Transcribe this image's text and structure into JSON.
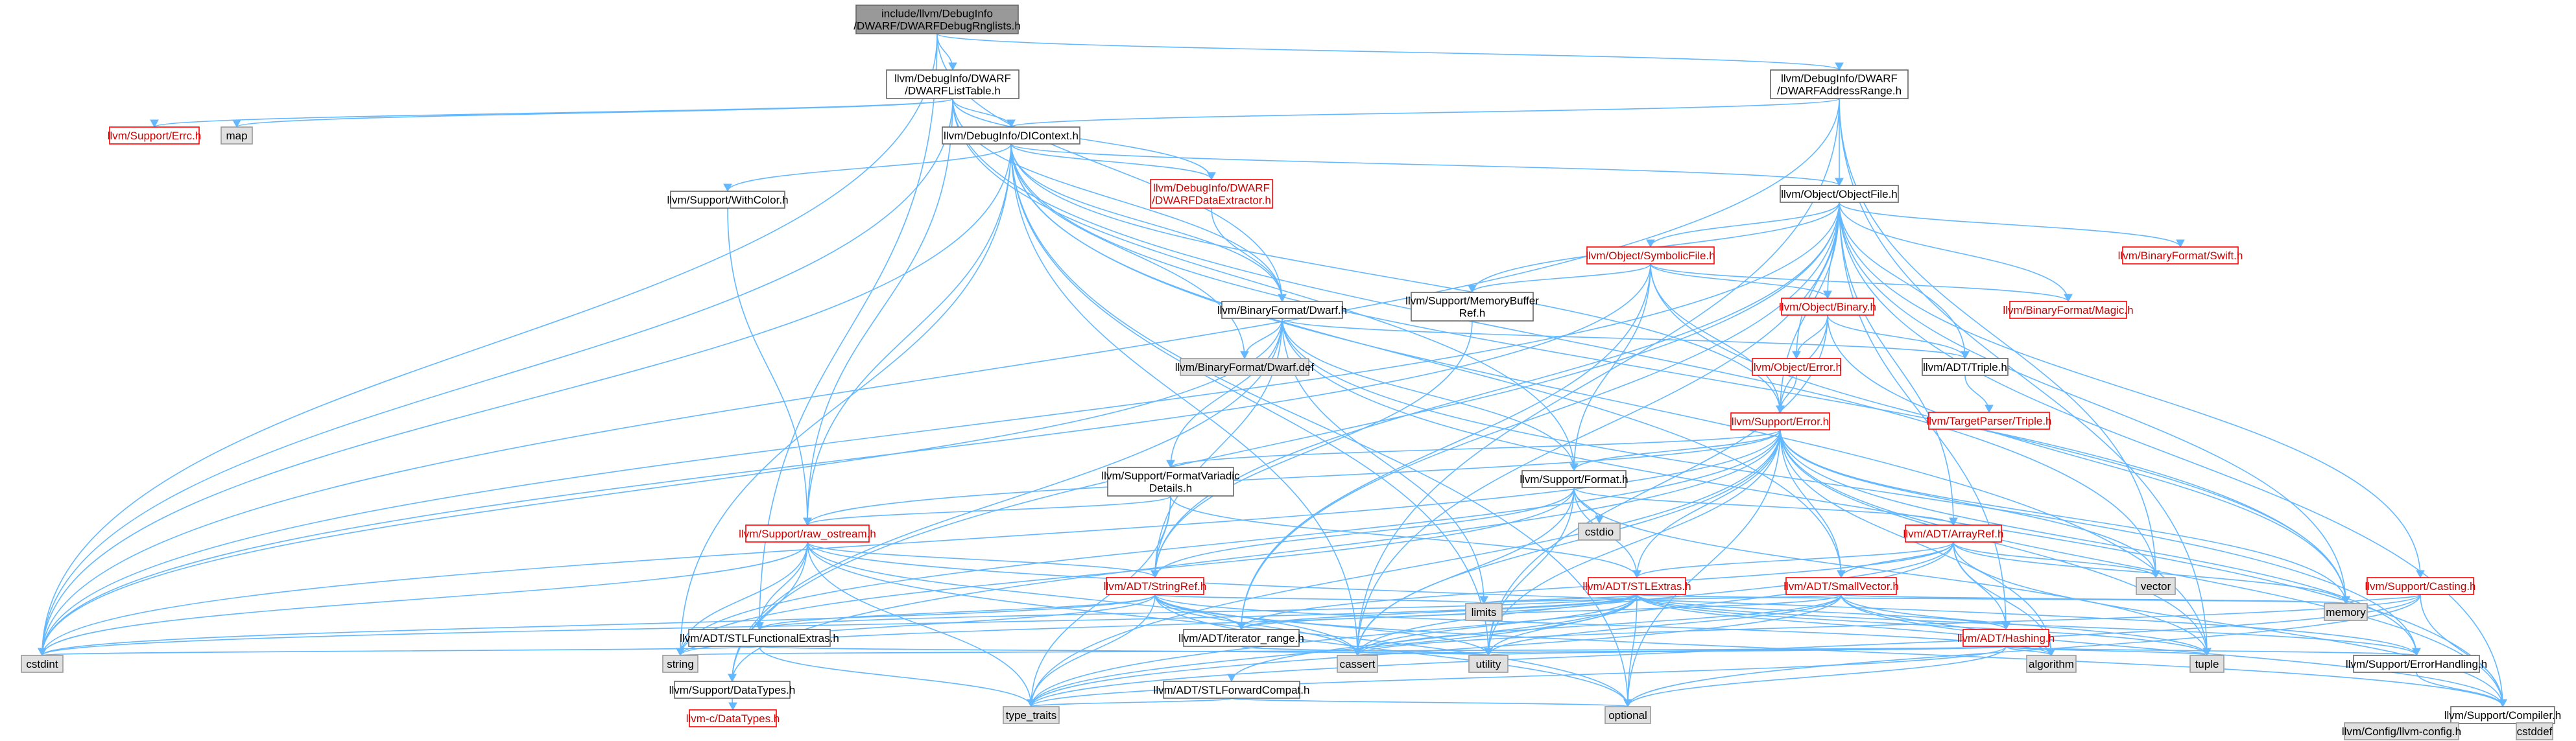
{
  "diagram": {
    "type": "include-dependency-graph",
    "colors": {
      "root_fill": "#999999",
      "node_fill": "#ffffff",
      "node_border": "#666666",
      "system_fill": "#e0e0e0",
      "system_border": "#999999",
      "incomplete_border": "#ff0000",
      "edge": "#63b8ff",
      "text": "#000000",
      "incomplete_text": "#cc0000"
    },
    "nodes": [
      {
        "id": "root",
        "lines": [
          "include/llvm/DebugInfo",
          "/DWARF/DWARFDebugRnglists.h"
        ],
        "kind": "root"
      },
      {
        "id": "listtable",
        "lines": [
          "llvm/DebugInfo/DWARF",
          "/DWARFListTable.h"
        ],
        "kind": "normal"
      },
      {
        "id": "addrrange",
        "lines": [
          "llvm/DebugInfo/DWARF",
          "/DWARFAddressRange.h"
        ],
        "kind": "normal"
      },
      {
        "id": "errc",
        "lines": [
          "llvm/Support/Errc.h"
        ],
        "kind": "incomplete"
      },
      {
        "id": "map",
        "lines": [
          "map"
        ],
        "kind": "system"
      },
      {
        "id": "dicontext",
        "lines": [
          "llvm/DebugInfo/DIContext.h"
        ],
        "kind": "normal"
      },
      {
        "id": "withcolor",
        "lines": [
          "llvm/Support/WithColor.h"
        ],
        "kind": "normal"
      },
      {
        "id": "dataextractor",
        "lines": [
          "llvm/DebugInfo/DWARF",
          "/DWARFDataExtractor.h"
        ],
        "kind": "incomplete"
      },
      {
        "id": "objectfile",
        "lines": [
          "llvm/Object/ObjectFile.h"
        ],
        "kind": "normal"
      },
      {
        "id": "symbolicfile",
        "lines": [
          "llvm/Object/SymbolicFile.h"
        ],
        "kind": "incomplete"
      },
      {
        "id": "swift",
        "lines": [
          "llvm/BinaryFormat/Swift.h"
        ],
        "kind": "incomplete"
      },
      {
        "id": "dwarfh",
        "lines": [
          "llvm/BinaryFormat/Dwarf.h"
        ],
        "kind": "normal"
      },
      {
        "id": "memref",
        "lines": [
          "llvm/Support/MemoryBuffer",
          "Ref.h"
        ],
        "kind": "normal"
      },
      {
        "id": "objbinary",
        "lines": [
          "llvm/Object/Binary.h"
        ],
        "kind": "incomplete"
      },
      {
        "id": "magic",
        "lines": [
          "llvm/BinaryFormat/Magic.h"
        ],
        "kind": "incomplete"
      },
      {
        "id": "dwarfdef",
        "lines": [
          "llvm/BinaryFormat/Dwarf.def"
        ],
        "kind": "system"
      },
      {
        "id": "objerror",
        "lines": [
          "llvm/Object/Error.h"
        ],
        "kind": "incomplete"
      },
      {
        "id": "triple",
        "lines": [
          "llvm/ADT/Triple.h"
        ],
        "kind": "normal"
      },
      {
        "id": "targetparser",
        "lines": [
          "llvm/TargetParser/Triple.h"
        ],
        "kind": "incomplete"
      },
      {
        "id": "error",
        "lines": [
          "llvm/Support/Error.h"
        ],
        "kind": "incomplete"
      },
      {
        "id": "fmtvariadic",
        "lines": [
          "llvm/Support/FormatVariadic",
          "Details.h"
        ],
        "kind": "normal"
      },
      {
        "id": "format",
        "lines": [
          "llvm/Support/Format.h"
        ],
        "kind": "normal"
      },
      {
        "id": "cstdio",
        "lines": [
          "cstdio"
        ],
        "kind": "system"
      },
      {
        "id": "rawostream",
        "lines": [
          "llvm/Support/raw_ostream.h"
        ],
        "kind": "incomplete"
      },
      {
        "id": "arrayref",
        "lines": [
          "llvm/ADT/ArrayRef.h"
        ],
        "kind": "incomplete"
      },
      {
        "id": "vector",
        "lines": [
          "vector"
        ],
        "kind": "system"
      },
      {
        "id": "casting",
        "lines": [
          "llvm/Support/Casting.h"
        ],
        "kind": "incomplete"
      },
      {
        "id": "stringref",
        "lines": [
          "llvm/ADT/StringRef.h"
        ],
        "kind": "incomplete"
      },
      {
        "id": "stlextras",
        "lines": [
          "llvm/ADT/STLExtras.h"
        ],
        "kind": "incomplete"
      },
      {
        "id": "smallvector",
        "lines": [
          "llvm/ADT/SmallVector.h"
        ],
        "kind": "incomplete"
      },
      {
        "id": "limits",
        "lines": [
          "limits"
        ],
        "kind": "system"
      },
      {
        "id": "memory",
        "lines": [
          "memory"
        ],
        "kind": "system"
      },
      {
        "id": "stlfunc",
        "lines": [
          "llvm/ADT/STLFunctionalExtras.h"
        ],
        "kind": "normal"
      },
      {
        "id": "iterrange",
        "lines": [
          "llvm/ADT/iterator_range.h"
        ],
        "kind": "normal"
      },
      {
        "id": "hashing",
        "lines": [
          "llvm/ADT/Hashing.h"
        ],
        "kind": "incomplete"
      },
      {
        "id": "cstdint",
        "lines": [
          "cstdint"
        ],
        "kind": "system"
      },
      {
        "id": "string",
        "lines": [
          "string"
        ],
        "kind": "system"
      },
      {
        "id": "cassert",
        "lines": [
          "cassert"
        ],
        "kind": "system"
      },
      {
        "id": "utility",
        "lines": [
          "utility"
        ],
        "kind": "system"
      },
      {
        "id": "algorithm",
        "lines": [
          "algorithm"
        ],
        "kind": "system"
      },
      {
        "id": "tuple",
        "lines": [
          "tuple"
        ],
        "kind": "system"
      },
      {
        "id": "errorhandling",
        "lines": [
          "llvm/Support/ErrorHandling.h"
        ],
        "kind": "normal"
      },
      {
        "id": "datatypes",
        "lines": [
          "llvm/Support/DataTypes.h"
        ],
        "kind": "normal"
      },
      {
        "id": "cdatatypes",
        "lines": [
          "llvm-c/DataTypes.h"
        ],
        "kind": "incomplete"
      },
      {
        "id": "stlfwd",
        "lines": [
          "llvm/ADT/STLForwardCompat.h"
        ],
        "kind": "normal"
      },
      {
        "id": "typetraits",
        "lines": [
          "type_traits"
        ],
        "kind": "system"
      },
      {
        "id": "optional",
        "lines": [
          "optional"
        ],
        "kind": "system"
      },
      {
        "id": "compiler",
        "lines": [
          "llvm/Support/Compiler.h"
        ],
        "kind": "normal"
      },
      {
        "id": "llvmconfig",
        "lines": [
          "llvm/Config/llvm-config.h"
        ],
        "kind": "system"
      },
      {
        "id": "cstddef",
        "lines": [
          "cstddef"
        ],
        "kind": "system"
      }
    ],
    "edges": [
      [
        "root",
        "listtable"
      ],
      [
        "root",
        "addrrange"
      ],
      [
        "root",
        "cstdint"
      ],
      [
        "root",
        "dwarfh"
      ],
      [
        "root",
        "stlfunc"
      ],
      [
        "listtable",
        "errc"
      ],
      [
        "listtable",
        "map"
      ],
      [
        "listtable",
        "dicontext"
      ],
      [
        "listtable",
        "dataextractor"
      ],
      [
        "listtable",
        "dwarfh"
      ],
      [
        "listtable",
        "format"
      ],
      [
        "listtable",
        "rawostream"
      ],
      [
        "listtable",
        "cstdint"
      ],
      [
        "listtable",
        "vector"
      ],
      [
        "addrrange",
        "dicontext"
      ],
      [
        "addrrange",
        "objectfile"
      ],
      [
        "addrrange",
        "cassert"
      ],
      [
        "addrrange",
        "cstdint"
      ],
      [
        "addrrange",
        "tuple"
      ],
      [
        "addrrange",
        "vector"
      ],
      [
        "dicontext",
        "withcolor"
      ],
      [
        "dicontext",
        "dataextractor"
      ],
      [
        "dicontext",
        "objectfile"
      ],
      [
        "dicontext",
        "dwarfdef"
      ],
      [
        "dicontext",
        "rawostream"
      ],
      [
        "dicontext",
        "smallvector"
      ],
      [
        "dicontext",
        "cassert"
      ],
      [
        "dicontext",
        "cstdint"
      ],
      [
        "dicontext",
        "memory"
      ],
      [
        "dicontext",
        "optional"
      ],
      [
        "dicontext",
        "string"
      ],
      [
        "dicontext",
        "tuple"
      ],
      [
        "dicontext",
        "utility"
      ],
      [
        "dicontext",
        "dwarfh"
      ],
      [
        "dicontext",
        "error"
      ],
      [
        "withcolor",
        "rawostream"
      ],
      [
        "dataextractor",
        "dwarfh"
      ],
      [
        "objectfile",
        "symbolicfile"
      ],
      [
        "objectfile",
        "swift"
      ],
      [
        "objectfile",
        "magic"
      ],
      [
        "objectfile",
        "objbinary"
      ],
      [
        "objectfile",
        "objerror"
      ],
      [
        "objectfile",
        "memref"
      ],
      [
        "objectfile",
        "triple"
      ],
      [
        "objectfile",
        "arrayref"
      ],
      [
        "objectfile",
        "hashing"
      ],
      [
        "objectfile",
        "stringref"
      ],
      [
        "objectfile",
        "iterrange"
      ],
      [
        "objectfile",
        "casting"
      ],
      [
        "objectfile",
        "error"
      ],
      [
        "objectfile",
        "cassert"
      ],
      [
        "objectfile",
        "cstdint"
      ],
      [
        "objectfile",
        "memory"
      ],
      [
        "objectfile",
        "datatypes"
      ],
      [
        "objectfile",
        "compiler"
      ],
      [
        "symbolicfile",
        "objbinary"
      ],
      [
        "symbolicfile",
        "magic"
      ],
      [
        "symbolicfile",
        "memref"
      ],
      [
        "symbolicfile",
        "error"
      ],
      [
        "symbolicfile",
        "format"
      ],
      [
        "symbolicfile",
        "iterrange"
      ],
      [
        "symbolicfile",
        "cstdint"
      ],
      [
        "symbolicfile",
        "memory"
      ],
      [
        "objbinary",
        "objerror"
      ],
      [
        "objbinary",
        "triple"
      ],
      [
        "objbinary",
        "error"
      ],
      [
        "objbinary",
        "memory"
      ],
      [
        "objbinary",
        "utility"
      ],
      [
        "memref",
        "stringref"
      ],
      [
        "dwarfh",
        "dwarfdef"
      ],
      [
        "dwarfh",
        "fmtvariadic"
      ],
      [
        "dwarfh",
        "format"
      ],
      [
        "dwarfh",
        "stringref"
      ],
      [
        "dwarfh",
        "limits"
      ],
      [
        "dwarfh",
        "errorhandling"
      ],
      [
        "dwarfh",
        "triple"
      ],
      [
        "dwarfh",
        "compiler"
      ],
      [
        "dwarfh",
        "datatypes"
      ],
      [
        "dwarfh",
        "cstdint"
      ],
      [
        "objerror",
        "error"
      ],
      [
        "triple",
        "targetparser"
      ],
      [
        "error",
        "format"
      ],
      [
        "error",
        "rawostream"
      ],
      [
        "error",
        "smallvector"
      ],
      [
        "error",
        "stlextras"
      ],
      [
        "error",
        "fmtvariadic"
      ],
      [
        "error",
        "errorhandling"
      ],
      [
        "error",
        "compiler"
      ],
      [
        "error",
        "cassert"
      ],
      [
        "error",
        "cstdint"
      ],
      [
        "error",
        "memory"
      ],
      [
        "error",
        "optional"
      ],
      [
        "error",
        "string"
      ],
      [
        "error",
        "utility"
      ],
      [
        "error",
        "vector"
      ],
      [
        "error",
        "datatypes"
      ],
      [
        "error",
        "typetraits"
      ],
      [
        "error",
        "algorithm"
      ],
      [
        "error",
        "tuple"
      ],
      [
        "fmtvariadic",
        "stringref"
      ],
      [
        "fmtvariadic",
        "rawostream"
      ],
      [
        "fmtvariadic",
        "stlextras"
      ],
      [
        "fmtvariadic",
        "typetraits"
      ],
      [
        "format",
        "cstdio"
      ],
      [
        "format",
        "arrayref"
      ],
      [
        "format",
        "stringref"
      ],
      [
        "format",
        "stlextras"
      ],
      [
        "format",
        "cassert"
      ],
      [
        "format",
        "tuple"
      ],
      [
        "format",
        "utility"
      ],
      [
        "format",
        "string"
      ],
      [
        "rawostream",
        "stringref"
      ],
      [
        "rawostream",
        "datatypes"
      ],
      [
        "rawostream",
        "cassert"
      ],
      [
        "rawostream",
        "string"
      ],
      [
        "rawostream",
        "optional"
      ],
      [
        "rawostream",
        "typetraits"
      ],
      [
        "rawostream",
        "cstdint"
      ],
      [
        "rawostream",
        "errorhandling"
      ],
      [
        "rawostream",
        "stlfunc"
      ],
      [
        "arrayref",
        "hashing"
      ],
      [
        "arrayref",
        "smallvector"
      ],
      [
        "arrayref",
        "stlextras"
      ],
      [
        "arrayref",
        "compiler"
      ],
      [
        "arrayref",
        "algorithm"
      ],
      [
        "arrayref",
        "iterrange"
      ],
      [
        "arrayref",
        "memory"
      ],
      [
        "arrayref",
        "vector"
      ],
      [
        "arrayref",
        "cassert"
      ],
      [
        "arrayref",
        "typetraits"
      ],
      [
        "casting",
        "compiler"
      ],
      [
        "casting",
        "memory"
      ],
      [
        "casting",
        "optional"
      ],
      [
        "casting",
        "typetraits"
      ],
      [
        "casting",
        "cassert"
      ],
      [
        "stringref",
        "stlfunc"
      ],
      [
        "stringref",
        "iterrange"
      ],
      [
        "stringref",
        "compiler"
      ],
      [
        "stringref",
        "algorithm"
      ],
      [
        "stringref",
        "cassert"
      ],
      [
        "stringref",
        "limits"
      ],
      [
        "stringref",
        "string"
      ],
      [
        "stringref",
        "typetraits"
      ],
      [
        "stringref",
        "utility"
      ],
      [
        "stringref",
        "cstdint"
      ],
      [
        "stringref",
        "optional"
      ],
      [
        "stlextras",
        "hashing"
      ],
      [
        "stlextras",
        "stlfwd"
      ],
      [
        "stlextras",
        "stlfunc"
      ],
      [
        "stlextras",
        "iterrange"
      ],
      [
        "stlextras",
        "errorhandling"
      ],
      [
        "stlextras",
        "algorithm"
      ],
      [
        "stlextras",
        "cassert"
      ],
      [
        "stlextras",
        "limits"
      ],
      [
        "stlextras",
        "memory"
      ],
      [
        "stlextras",
        "optional"
      ],
      [
        "stlextras",
        "tuple"
      ],
      [
        "stlextras",
        "typetraits"
      ],
      [
        "stlextras",
        "utility"
      ],
      [
        "stlextras",
        "cstdint"
      ],
      [
        "stlextras",
        "string"
      ],
      [
        "smallvector",
        "compiler"
      ],
      [
        "smallvector",
        "algorithm"
      ],
      [
        "smallvector",
        "cassert"
      ],
      [
        "smallvector",
        "limits"
      ],
      [
        "smallvector",
        "memory"
      ],
      [
        "smallvector",
        "tuple"
      ],
      [
        "smallvector",
        "typetraits"
      ],
      [
        "smallvector",
        "utility"
      ],
      [
        "smallvector",
        "iterrange"
      ],
      [
        "stlfunc",
        "cstdint"
      ],
      [
        "stlfunc",
        "typetraits"
      ],
      [
        "stlfunc",
        "utility"
      ],
      [
        "iterrange",
        "utility"
      ],
      [
        "hashing",
        "errorhandling"
      ],
      [
        "hashing",
        "algorithm"
      ],
      [
        "hashing",
        "cassert"
      ],
      [
        "hashing",
        "string"
      ],
      [
        "hashing",
        "tuple"
      ],
      [
        "hashing",
        "utility"
      ],
      [
        "hashing",
        "typetraits"
      ],
      [
        "hashing",
        "optional"
      ],
      [
        "errorhandling",
        "compiler"
      ],
      [
        "datatypes",
        "cdatatypes"
      ],
      [
        "stlfwd",
        "optional"
      ],
      [
        "stlfwd",
        "typetraits"
      ],
      [
        "compiler",
        "llvmconfig"
      ],
      [
        "compiler",
        "cstddef"
      ]
    ]
  }
}
